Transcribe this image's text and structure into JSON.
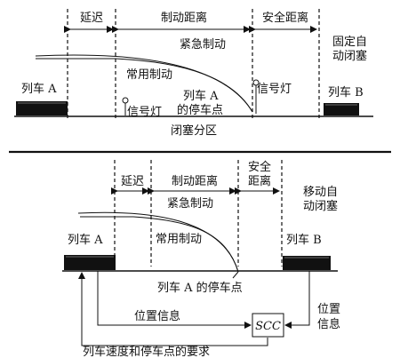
{
  "fixed": {
    "delay": "延迟",
    "braking_distance": "制动距离",
    "safety_distance": "安全距离",
    "emergency_braking": "紧急制动",
    "service_braking": "常用制动",
    "signal_left": "信号灯",
    "signal_right": "信号灯",
    "stop_point_line1": "列车 A",
    "stop_point_line2": "的停车点",
    "train_a": "列车 A",
    "train_b": "列车 B",
    "block_section": "闭塞分区",
    "mode_line1": "固定自",
    "mode_line2": "动闭塞"
  },
  "moving": {
    "delay": "延迟",
    "braking_distance": "制动距离",
    "safety_line1": "安全",
    "safety_line2": "距离",
    "emergency_braking": "紧急制动",
    "service_braking": "常用制动",
    "train_a": "列车 A",
    "train_b": "列车 B",
    "stop_point": "列车 A 的停车点",
    "position_info_left": "位置信息",
    "position_info_right_line1": "位置",
    "position_info_right_line2": "信息",
    "scc": "SCC",
    "requirements": "列车速度和停车点的要求",
    "mode_line1": "移动自",
    "mode_line2": "动闭塞"
  }
}
